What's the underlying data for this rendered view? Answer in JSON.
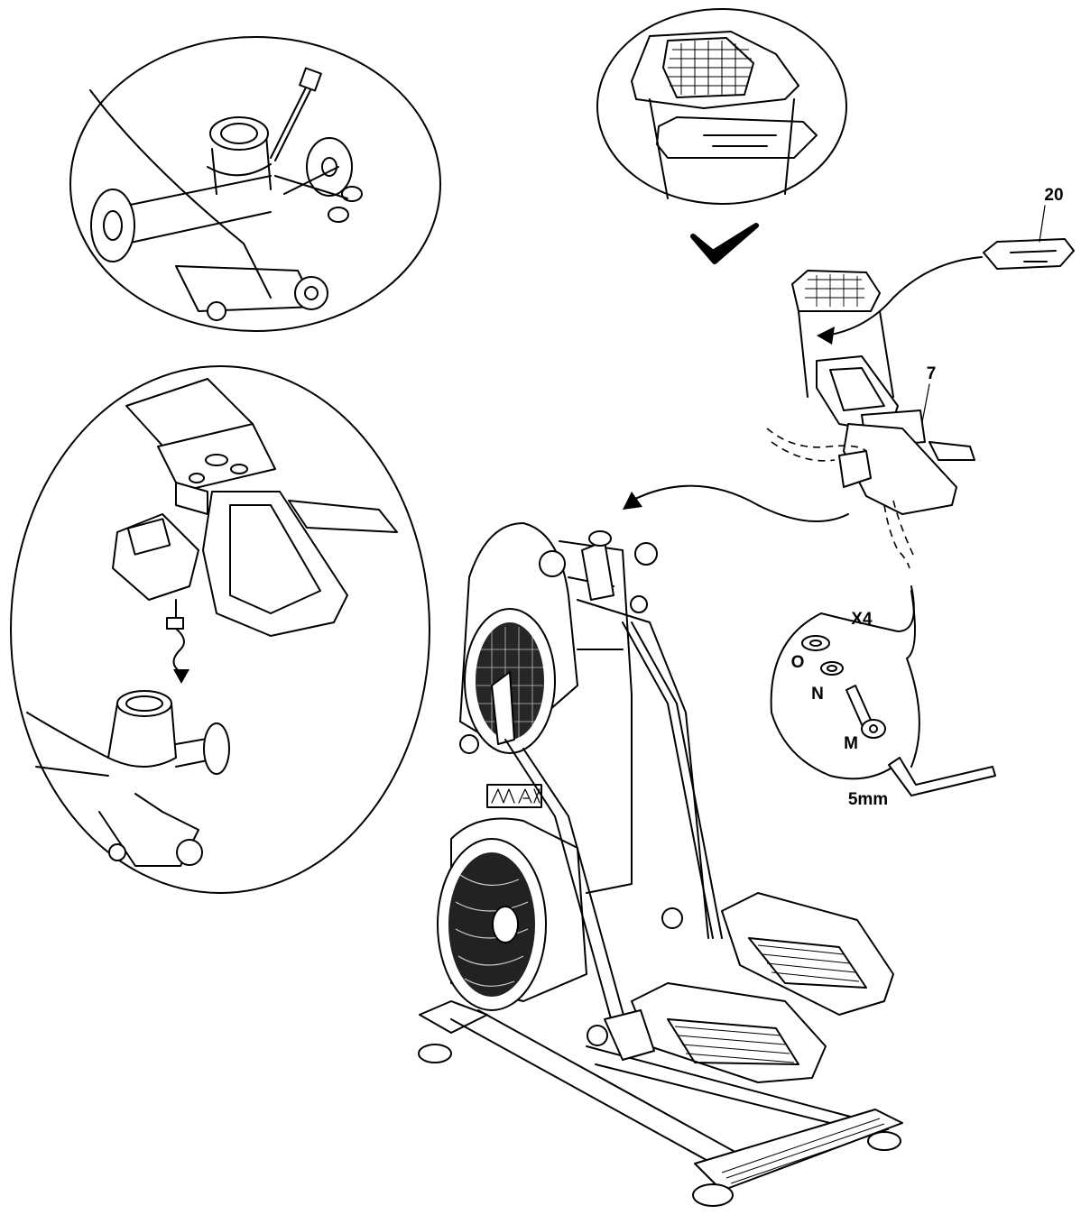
{
  "labels": {
    "part_console_top": "20",
    "part_handlebar": "7",
    "quantity": "X4",
    "washer_o": "O",
    "washer_n": "N",
    "bolt_m": "M",
    "hex_key": "5mm"
  },
  "icons": {
    "scissors": "scissors-icon",
    "checkmark": "checkmark-icon",
    "insertion_arrow": "arrow-icon"
  }
}
